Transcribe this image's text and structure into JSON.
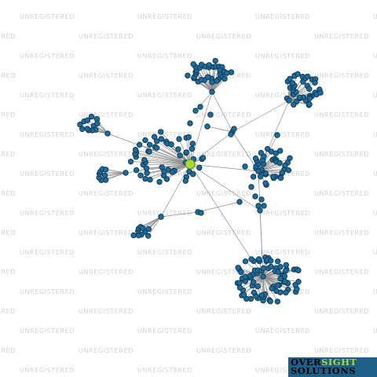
{
  "watermark": {
    "text": "UNREGISTERED"
  },
  "logo": {
    "line1": [
      "OVER",
      "SIGHT"
    ],
    "line2": "SOLUTIONS",
    "colors": {
      "background": "#1d5f87",
      "dark": "#000000",
      "accent": "#a8d83a"
    }
  },
  "graph": {
    "colors": {
      "node": "#1f6c9b",
      "hub": "#a8d83a",
      "edge": "#8f8f8f"
    },
    "hub_node": "focus-company",
    "cluster_count": 8
  }
}
